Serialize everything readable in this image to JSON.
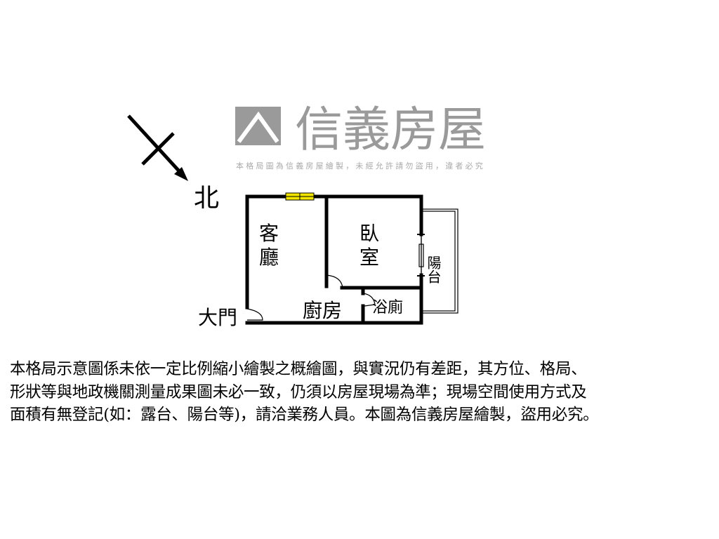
{
  "compass": {
    "label": "北"
  },
  "rooms": {
    "living": "客廳",
    "bedroom": "臥室",
    "balcony": "陽台",
    "kitchen": "廚房",
    "bathroom": "浴廁",
    "entrance": "大門"
  },
  "watermark": {
    "brand": "信義房屋",
    "notice": "本格局圖為信義房屋繪製，未經允許請勿盜用，違者必究"
  },
  "disclaimer": [
    "本格局示意圖係未依一定比例縮小繪製之概繪圖，與實況仍有差距，其方位、格局、",
    "形狀等與地政機關測量成果圖未必一致，仍須以房屋現場為準；現場空間使用方式及",
    "面積有無登記(如：露台、陽台等)，請洽業務人員。本圖為信義房屋繪製，盜用必究。"
  ],
  "colors": {
    "window": "#f2e600",
    "watermark": "#9a9a9a",
    "wall": "#000000"
  }
}
